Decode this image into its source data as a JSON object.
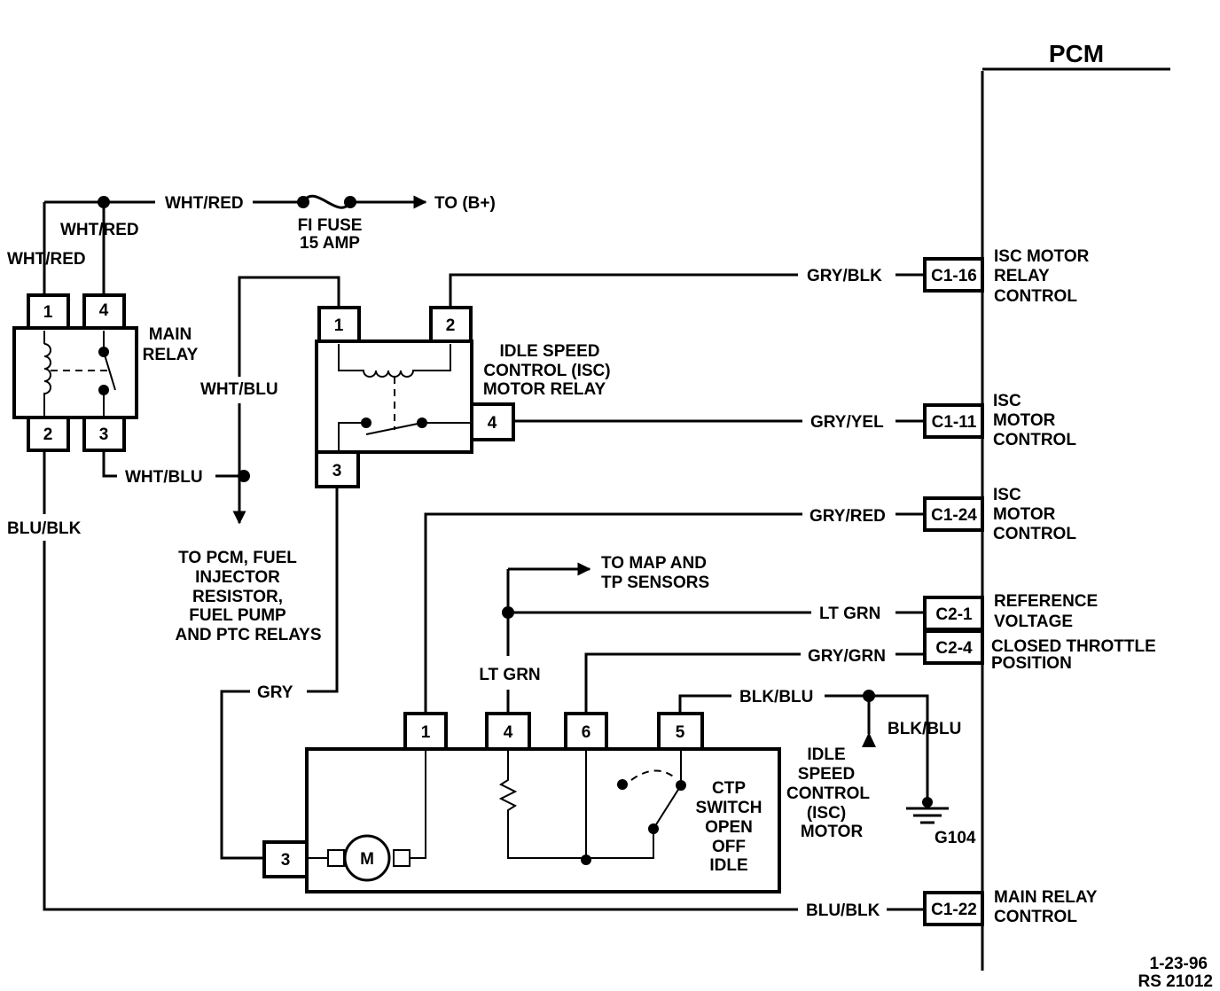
{
  "pcm": {
    "title": "PCM"
  },
  "fuse": {
    "name": "FI FUSE",
    "rating": "15 AMP",
    "to": "TO (B+)"
  },
  "main_relay": {
    "label_line1": "MAIN",
    "label_line2": "RELAY",
    "pins": [
      "1",
      "4",
      "2",
      "3"
    ]
  },
  "isc_relay": {
    "label_line1": "IDLE SPEED",
    "label_line2": "CONTROL (ISC)",
    "label_line3": "MOTOR RELAY",
    "pins": [
      "1",
      "2",
      "4",
      "3"
    ]
  },
  "isc_motor": {
    "label_line1": "IDLE",
    "label_line2": "SPEED",
    "label_line3": "CONTROL",
    "label_line4": "(ISC)",
    "label_line5": "MOTOR",
    "pins": [
      "1",
      "4",
      "6",
      "5",
      "3"
    ],
    "motor_symbol": "M"
  },
  "ctp_switch": {
    "line1": "CTP",
    "line2": "SWITCH",
    "line3": "OPEN",
    "line4": "OFF",
    "line5": "IDLE"
  },
  "wires": {
    "wht_red": "WHT/RED",
    "wht_blu": "WHT/BLU",
    "blu_blk": "BLU/BLK",
    "gry_blk": "GRY/BLK",
    "gry_yel": "GRY/YEL",
    "gry_red": "GRY/RED",
    "lt_grn": "LT GRN",
    "gry_grn": "GRY/GRN",
    "blk_blu": "BLK/BLU",
    "gry": "GRY"
  },
  "to_pcm": {
    "line1": "TO PCM, FUEL",
    "line2": "INJECTOR",
    "line3": "RESISTOR,",
    "line4": "FUEL PUMP",
    "line5": "AND PTC RELAYS"
  },
  "to_map": {
    "line1": "TO MAP AND",
    "line2": "TP SENSORS"
  },
  "ground": {
    "label": "G104"
  },
  "connectors": {
    "c1_16": {
      "id": "C1-16",
      "line1": "ISC MOTOR",
      "line2": "RELAY",
      "line3": "CONTROL"
    },
    "c1_11": {
      "id": "C1-11",
      "line1": "ISC",
      "line2": "MOTOR",
      "line3": "CONTROL"
    },
    "c1_24": {
      "id": "C1-24",
      "line1": "ISC",
      "line2": "MOTOR",
      "line3": "CONTROL"
    },
    "c2_1": {
      "id": "C2-1",
      "line1": "REFERENCE",
      "line2": "VOLTAGE"
    },
    "c2_4": {
      "id": "C2-4",
      "line1": "CLOSED THROTTLE",
      "line2": "POSITION"
    },
    "c1_22": {
      "id": "C1-22",
      "line1": "MAIN RELAY",
      "line2": "CONTROL"
    }
  },
  "footer": {
    "date": "1-23-96",
    "ref": "RS 21012"
  }
}
